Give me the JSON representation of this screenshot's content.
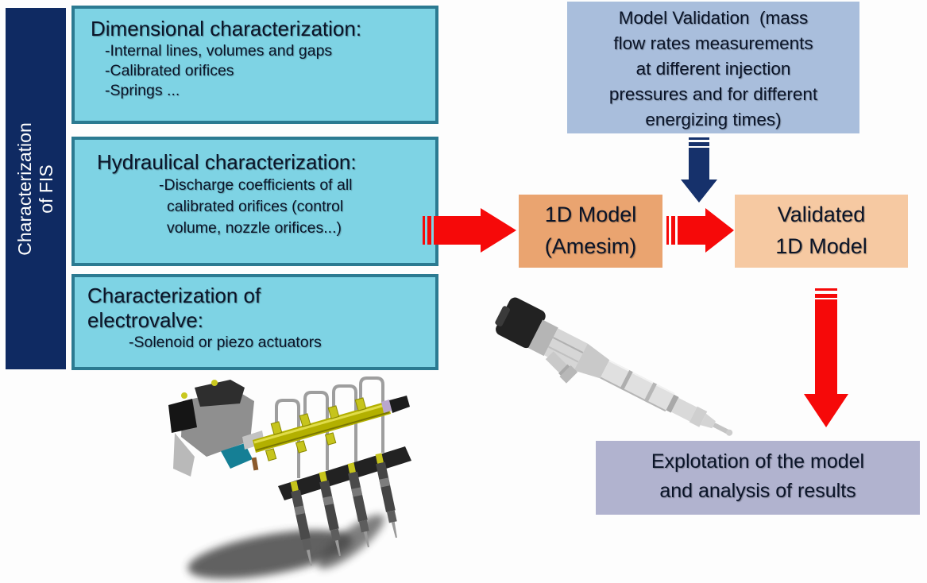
{
  "slide": {
    "sidebar": {
      "line1": "Characterization",
      "line2": "of FIS"
    },
    "boxes": {
      "dimensional": {
        "title": "Dimensional characterization:",
        "bullets": [
          "-Internal lines, volumes and gaps",
          "-Calibrated orifices",
          "-Springs ..."
        ]
      },
      "hydraulical": {
        "title": "Hydraulical characterization:",
        "bullet_lines": [
          "-Discharge coefficients of all",
          "calibrated orifices (control",
          "volume, nozzle orifices...)"
        ]
      },
      "electrovalve": {
        "title_line1": "Characterization of",
        "title_line2": "electrovalve:",
        "bullet": "-Solenoid or piezo actuators"
      }
    },
    "flow": {
      "model_validation": {
        "lines": [
          "Model Validation  (mass",
          "flow rates measurements",
          "at different injection",
          "pressures and for different",
          "energizing times)"
        ]
      },
      "one_d_model": {
        "line1": "1D Model",
        "line2": "(Amesim)"
      },
      "validated": {
        "line1": "Validated",
        "line2": "1D Model"
      },
      "explotation": {
        "line1": "Explotation of the model",
        "line2": "and analysis of results"
      }
    },
    "images": {
      "fuel_rail": "Common-rail fuel injection system: high-pressure pump, yellow rail and four injectors",
      "injector": "Single common-rail diesel injector"
    },
    "colors": {
      "sidebar_navy": "#0f2a62",
      "cyan_fill": "#7ed3e4",
      "cyan_border": "#2b7a91",
      "model_validation_fill": "#a9bedc",
      "one_d_model_fill": "#eaa470",
      "validated_fill": "#f6c9a2",
      "explotation_fill": "#b1b3cf",
      "arrow_red": "#f60909",
      "arrow_navy": "#16316b"
    }
  }
}
